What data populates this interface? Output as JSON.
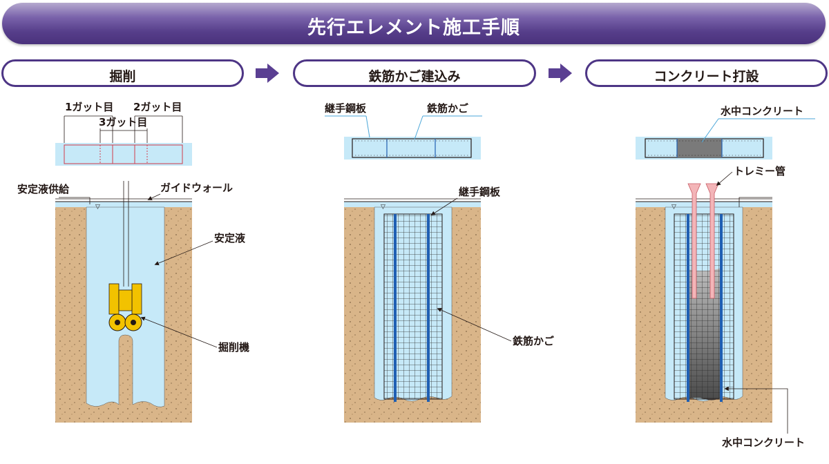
{
  "title": "先行エレメント施工手順",
  "steps": [
    {
      "label": "掘削"
    },
    {
      "label": "鉄筋かご建込み"
    },
    {
      "label": "コンクリート打設"
    }
  ],
  "panel1": {
    "gut1": "1ガット目",
    "gut2": "2ガット目",
    "gut3": "3ガット目",
    "supply": "安定液供給",
    "guide_wall": "ガイドウォール",
    "fluid": "安定液",
    "machine": "掘削機"
  },
  "panel2": {
    "joint_plate": "継手鋼板",
    "cage": "鉄筋かご",
    "joint_plate_2": "継手鋼板",
    "cage_2": "鉄筋かご"
  },
  "panel3": {
    "concrete_top": "水中コンクリート",
    "tremie": "トレミー管",
    "concrete_bottom": "水中コンクリート"
  },
  "colors": {
    "banner": "#4e3684",
    "soil": "#d9b589",
    "fluid": "#c6e9f8",
    "rebar": "#1a1a1a",
    "joint_plate": "#1f5fb3",
    "concrete": "#5a5a5a",
    "tremie": "#f3b5b8",
    "machine": "#f2c200",
    "arrow": "#5a3f92"
  }
}
